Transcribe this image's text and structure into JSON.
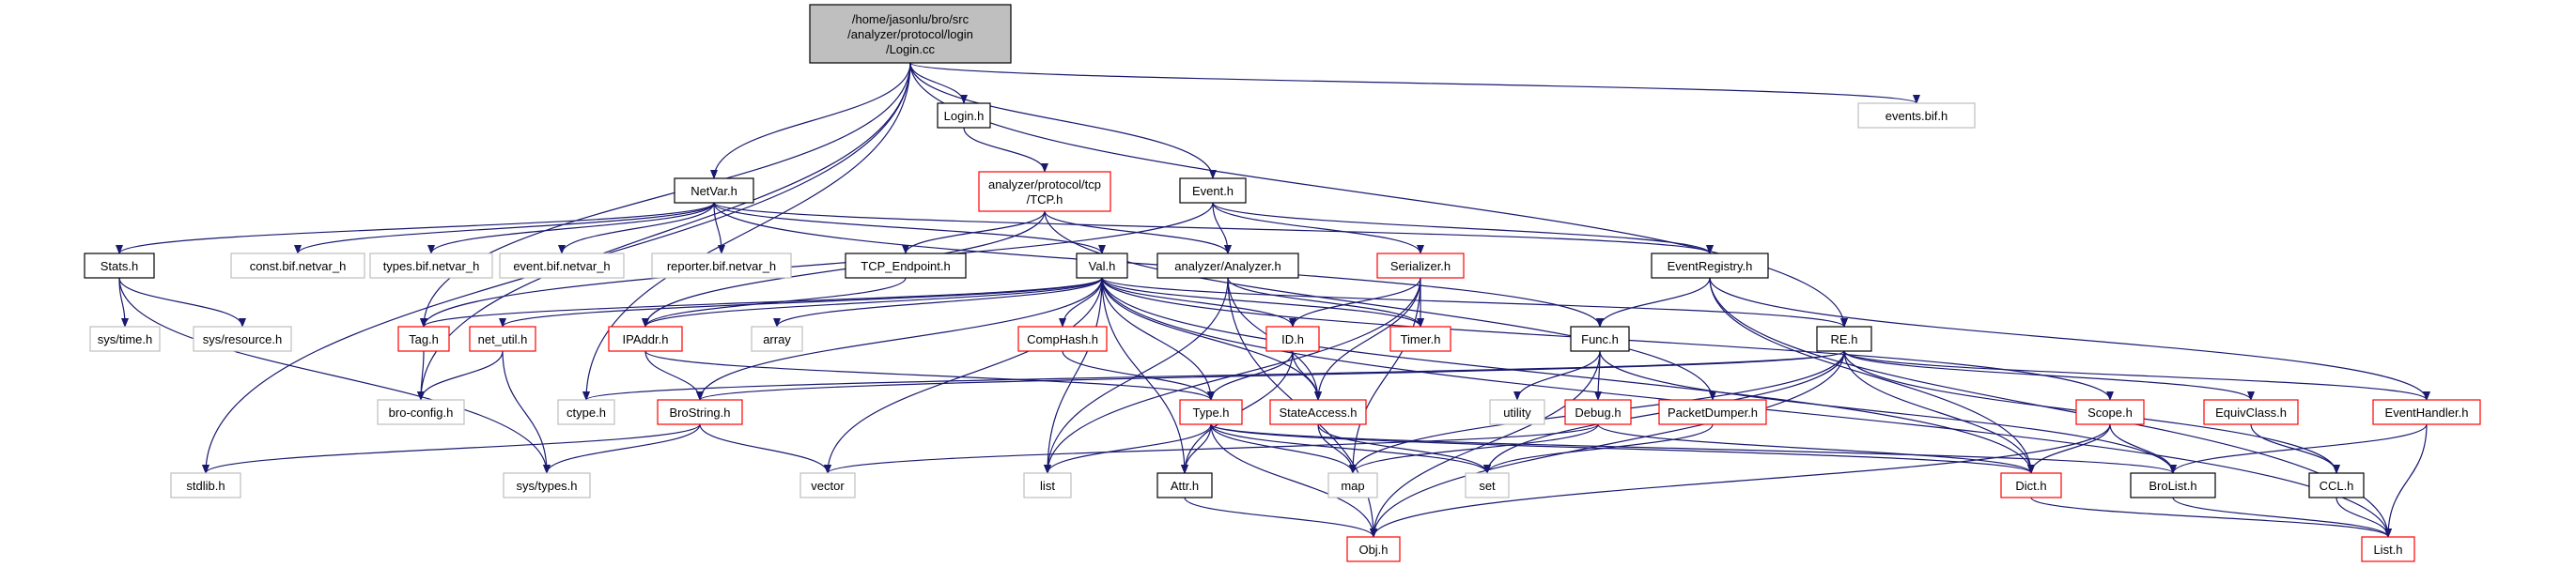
{
  "colors": {
    "edge": "#191970",
    "black_border": "#000000",
    "gray_border": "#bfbfbf",
    "red_border": "#ff0000",
    "root_fill": "#bfbfbf",
    "node_fill": "#ffffff"
  },
  "nodes": [
    {
      "id": "root",
      "label_lines": [
        "/home/jasonlu/bro/src",
        "/analyzer/protocol/login",
        "/Login.cc"
      ],
      "style": "root"
    },
    {
      "id": "login_h",
      "label_lines": [
        "Login.h"
      ],
      "style": "black"
    },
    {
      "id": "events_bif",
      "label_lines": [
        "events.bif.h"
      ],
      "style": "gray"
    },
    {
      "id": "netvar",
      "label_lines": [
        "NetVar.h"
      ],
      "style": "black"
    },
    {
      "id": "tcp",
      "label_lines": [
        "analyzer/protocol/tcp",
        "/TCP.h"
      ],
      "style": "red"
    },
    {
      "id": "event",
      "label_lines": [
        "Event.h"
      ],
      "style": "black"
    },
    {
      "id": "stats",
      "label_lines": [
        "Stats.h"
      ],
      "style": "black"
    },
    {
      "id": "const_bif",
      "label_lines": [
        "const.bif.netvar_h"
      ],
      "style": "gray"
    },
    {
      "id": "types_bif",
      "label_lines": [
        "types.bif.netvar_h"
      ],
      "style": "gray"
    },
    {
      "id": "event_bif",
      "label_lines": [
        "event.bif.netvar_h"
      ],
      "style": "gray"
    },
    {
      "id": "reporter_bif",
      "label_lines": [
        "reporter.bif.netvar_h"
      ],
      "style": "gray"
    },
    {
      "id": "tcp_endpoint",
      "label_lines": [
        "TCP_Endpoint.h"
      ],
      "style": "black"
    },
    {
      "id": "val",
      "label_lines": [
        "Val.h"
      ],
      "style": "black"
    },
    {
      "id": "analyzer",
      "label_lines": [
        "analyzer/Analyzer.h"
      ],
      "style": "black"
    },
    {
      "id": "serializer",
      "label_lines": [
        "Serializer.h"
      ],
      "style": "red"
    },
    {
      "id": "event_registry",
      "label_lines": [
        "EventRegistry.h"
      ],
      "style": "black"
    },
    {
      "id": "sys_time",
      "label_lines": [
        "sys/time.h"
      ],
      "style": "gray"
    },
    {
      "id": "sys_resource",
      "label_lines": [
        "sys/resource.h"
      ],
      "style": "gray"
    },
    {
      "id": "tag",
      "label_lines": [
        "Tag.h"
      ],
      "style": "red"
    },
    {
      "id": "net_util",
      "label_lines": [
        "net_util.h"
      ],
      "style": "red"
    },
    {
      "id": "ipaddr",
      "label_lines": [
        "IPAddr.h"
      ],
      "style": "red"
    },
    {
      "id": "array",
      "label_lines": [
        "array"
      ],
      "style": "gray"
    },
    {
      "id": "comphash",
      "label_lines": [
        "CompHash.h"
      ],
      "style": "red"
    },
    {
      "id": "id",
      "label_lines": [
        "ID.h"
      ],
      "style": "red"
    },
    {
      "id": "timer",
      "label_lines": [
        "Timer.h"
      ],
      "style": "red"
    },
    {
      "id": "func",
      "label_lines": [
        "Func.h"
      ],
      "style": "black"
    },
    {
      "id": "re",
      "label_lines": [
        "RE.h"
      ],
      "style": "black"
    },
    {
      "id": "bro_config",
      "label_lines": [
        "bro-config.h"
      ],
      "style": "gray"
    },
    {
      "id": "ctype",
      "label_lines": [
        "ctype.h"
      ],
      "style": "gray"
    },
    {
      "id": "brostring",
      "label_lines": [
        "BroString.h"
      ],
      "style": "red"
    },
    {
      "id": "type",
      "label_lines": [
        "Type.h"
      ],
      "style": "red"
    },
    {
      "id": "stateaccess",
      "label_lines": [
        "StateAccess.h"
      ],
      "style": "red"
    },
    {
      "id": "utility",
      "label_lines": [
        "utility"
      ],
      "style": "gray"
    },
    {
      "id": "debug",
      "label_lines": [
        "Debug.h"
      ],
      "style": "red"
    },
    {
      "id": "packetdumper",
      "label_lines": [
        "PacketDumper.h"
      ],
      "style": "red"
    },
    {
      "id": "scope",
      "label_lines": [
        "Scope.h"
      ],
      "style": "red"
    },
    {
      "id": "equivclass",
      "label_lines": [
        "EquivClass.h"
      ],
      "style": "red"
    },
    {
      "id": "eventhandler",
      "label_lines": [
        "EventHandler.h"
      ],
      "style": "red"
    },
    {
      "id": "stdlib",
      "label_lines": [
        "stdlib.h"
      ],
      "style": "gray"
    },
    {
      "id": "sys_types",
      "label_lines": [
        "sys/types.h"
      ],
      "style": "gray"
    },
    {
      "id": "vector",
      "label_lines": [
        "vector"
      ],
      "style": "gray"
    },
    {
      "id": "list",
      "label_lines": [
        "list"
      ],
      "style": "gray"
    },
    {
      "id": "attr",
      "label_lines": [
        "Attr.h"
      ],
      "style": "black"
    },
    {
      "id": "map",
      "label_lines": [
        "map"
      ],
      "style": "gray"
    },
    {
      "id": "set",
      "label_lines": [
        "set"
      ],
      "style": "gray"
    },
    {
      "id": "dict",
      "label_lines": [
        "Dict.h"
      ],
      "style": "red"
    },
    {
      "id": "brolist",
      "label_lines": [
        "BroList.h"
      ],
      "style": "black"
    },
    {
      "id": "ccl",
      "label_lines": [
        "CCL.h"
      ],
      "style": "black"
    },
    {
      "id": "obj",
      "label_lines": [
        "Obj.h"
      ],
      "style": "red"
    },
    {
      "id": "list_h",
      "label_lines": [
        "List.h"
      ],
      "style": "red"
    }
  ],
  "edges": [
    [
      "root",
      "login_h"
    ],
    [
      "root",
      "events_bif"
    ],
    [
      "root",
      "netvar"
    ],
    [
      "root",
      "event"
    ],
    [
      "root",
      "re"
    ],
    [
      "root",
      "stdlib"
    ],
    [
      "root",
      "bro_config"
    ],
    [
      "root",
      "ctype"
    ],
    [
      "root",
      "tag"
    ],
    [
      "login_h",
      "tcp"
    ],
    [
      "tcp",
      "analyzer"
    ],
    [
      "tcp",
      "tcp_endpoint"
    ],
    [
      "tcp",
      "ipaddr"
    ],
    [
      "tcp",
      "packetdumper"
    ],
    [
      "netvar",
      "stats"
    ],
    [
      "netvar",
      "const_bif"
    ],
    [
      "netvar",
      "types_bif"
    ],
    [
      "netvar",
      "event_bif"
    ],
    [
      "netvar",
      "reporter_bif"
    ],
    [
      "netvar",
      "val"
    ],
    [
      "netvar",
      "func"
    ],
    [
      "netvar",
      "event_registry"
    ],
    [
      "stats",
      "sys_time"
    ],
    [
      "stats",
      "sys_resource"
    ],
    [
      "stats",
      "sys_types"
    ],
    [
      "event",
      "analyzer"
    ],
    [
      "event",
      "serializer"
    ],
    [
      "event",
      "event_registry"
    ],
    [
      "event",
      "tag"
    ],
    [
      "tcp_endpoint",
      "ipaddr"
    ],
    [
      "val",
      "tag"
    ],
    [
      "val",
      "net_util"
    ],
    [
      "val",
      "ipaddr"
    ],
    [
      "val",
      "array"
    ],
    [
      "val",
      "comphash"
    ],
    [
      "val",
      "id"
    ],
    [
      "val",
      "timer"
    ],
    [
      "val",
      "type"
    ],
    [
      "val",
      "attr"
    ],
    [
      "val",
      "stateaccess"
    ],
    [
      "val",
      "vector"
    ],
    [
      "val",
      "list"
    ],
    [
      "val",
      "brostring"
    ],
    [
      "val",
      "scope"
    ],
    [
      "val",
      "re"
    ],
    [
      "val",
      "dict"
    ],
    [
      "val",
      "list_h"
    ],
    [
      "analyzer",
      "list"
    ],
    [
      "analyzer",
      "timer"
    ],
    [
      "analyzer",
      "stateaccess"
    ],
    [
      "analyzer",
      "obj"
    ],
    [
      "serializer",
      "id"
    ],
    [
      "serializer",
      "timer"
    ],
    [
      "serializer",
      "stateaccess"
    ],
    [
      "serializer",
      "list"
    ],
    [
      "serializer",
      "map"
    ],
    [
      "event_registry",
      "func"
    ],
    [
      "event_registry",
      "list_h"
    ],
    [
      "event_registry",
      "eventhandler"
    ],
    [
      "event_registry",
      "dict"
    ],
    [
      "tag",
      "bro_config"
    ],
    [
      "net_util",
      "bro_config"
    ],
    [
      "net_util",
      "sys_types"
    ],
    [
      "ipaddr",
      "brostring"
    ],
    [
      "ipaddr",
      "type"
    ],
    [
      "comphash",
      "type"
    ],
    [
      "id",
      "type"
    ],
    [
      "id",
      "attr"
    ],
    [
      "id",
      "stateaccess"
    ],
    [
      "func",
      "utility"
    ],
    [
      "func",
      "debug"
    ],
    [
      "func",
      "obj"
    ],
    [
      "func",
      "brolist"
    ],
    [
      "re",
      "ctype"
    ],
    [
      "re",
      "brostring"
    ],
    [
      "re",
      "equivclass"
    ],
    [
      "re",
      "ccl"
    ],
    [
      "re",
      "eventhandler"
    ],
    [
      "re",
      "dict"
    ],
    [
      "re",
      "obj"
    ],
    [
      "re",
      "map"
    ],
    [
      "re",
      "set"
    ],
    [
      "brostring",
      "stdlib"
    ],
    [
      "brostring",
      "sys_types"
    ],
    [
      "brostring",
      "vector"
    ],
    [
      "type",
      "list"
    ],
    [
      "type",
      "attr"
    ],
    [
      "type",
      "obj"
    ],
    [
      "type",
      "map"
    ],
    [
      "type",
      "set"
    ],
    [
      "type",
      "dict"
    ],
    [
      "type",
      "brolist"
    ],
    [
      "stateaccess",
      "map"
    ],
    [
      "stateaccess",
      "set"
    ],
    [
      "debug",
      "vector"
    ],
    [
      "debug",
      "map"
    ],
    [
      "debug",
      "dict"
    ],
    [
      "packetdumper",
      "set"
    ],
    [
      "scope",
      "dict"
    ],
    [
      "scope",
      "brolist"
    ],
    [
      "scope",
      "obj"
    ],
    [
      "equivclass",
      "ccl"
    ],
    [
      "eventhandler",
      "brolist"
    ],
    [
      "eventhandler",
      "list_h"
    ],
    [
      "attr",
      "obj"
    ],
    [
      "dict",
      "list_h"
    ],
    [
      "brolist",
      "list_h"
    ],
    [
      "ccl",
      "list_h"
    ]
  ]
}
